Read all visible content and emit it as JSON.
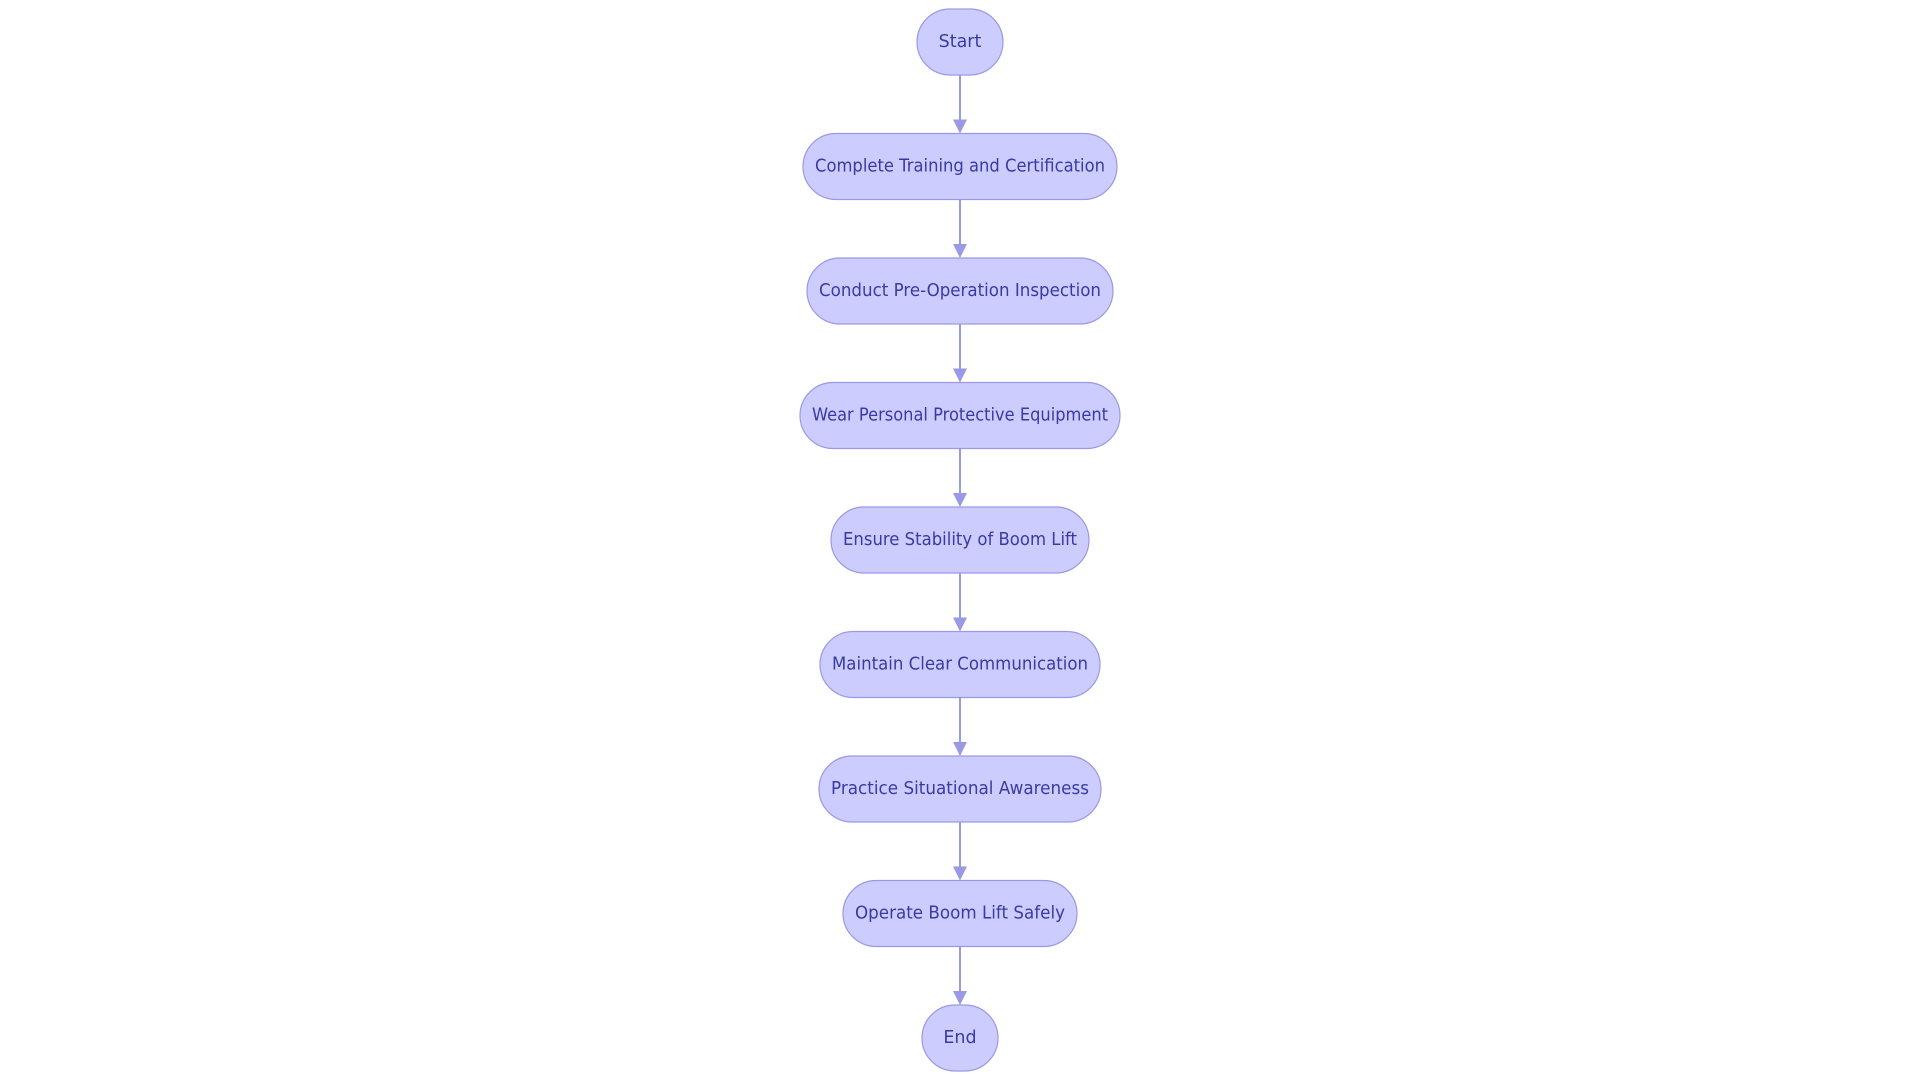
{
  "diagram": {
    "type": "flowchart",
    "direction": "top-to-bottom",
    "colors": {
      "node_fill": "#ccccff",
      "node_border": "#9999e6",
      "node_text": "#3a3aa3",
      "edge": "#9999e6",
      "background": "#ffffff"
    },
    "nodes": [
      {
        "id": "start",
        "label": "Start"
      },
      {
        "id": "training",
        "label": "Complete Training and Certification"
      },
      {
        "id": "inspection",
        "label": "Conduct Pre-Operation Inspection"
      },
      {
        "id": "ppe",
        "label": "Wear Personal Protective Equipment"
      },
      {
        "id": "stability",
        "label": "Ensure Stability of Boom Lift"
      },
      {
        "id": "communication",
        "label": "Maintain Clear Communication"
      },
      {
        "id": "awareness",
        "label": "Practice Situational Awareness"
      },
      {
        "id": "operate",
        "label": "Operate Boom Lift Safely"
      },
      {
        "id": "end",
        "label": "End"
      }
    ],
    "edges": [
      {
        "from": "start",
        "to": "training"
      },
      {
        "from": "training",
        "to": "inspection"
      },
      {
        "from": "inspection",
        "to": "ppe"
      },
      {
        "from": "ppe",
        "to": "stability"
      },
      {
        "from": "stability",
        "to": "communication"
      },
      {
        "from": "communication",
        "to": "awareness"
      },
      {
        "from": "awareness",
        "to": "operate"
      },
      {
        "from": "operate",
        "to": "end"
      }
    ]
  }
}
